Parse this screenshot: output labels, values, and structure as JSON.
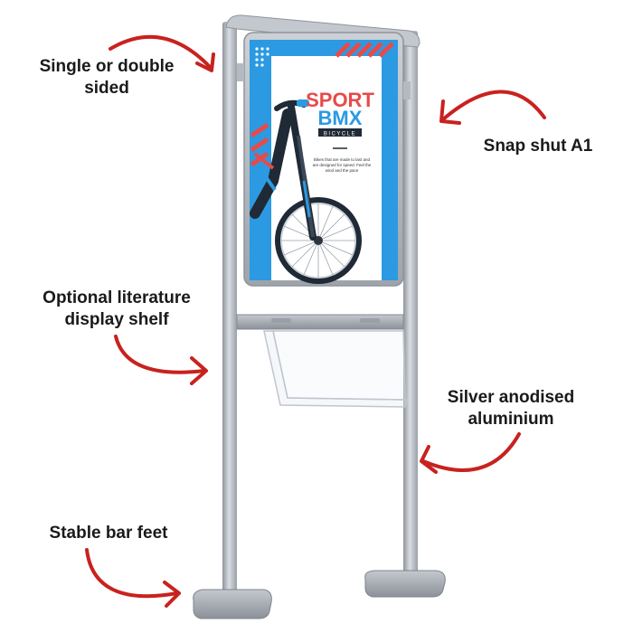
{
  "labels": {
    "sided": [
      "Single or double",
      "sided"
    ],
    "snap": "Snap shut A1",
    "shelf": [
      "Optional literature",
      "display shelf"
    ],
    "aluminium": [
      "Silver anodised",
      "aluminium"
    ],
    "feet": "Stable bar feet"
  },
  "poster": {
    "title1": "SPORT",
    "title2": "BMX",
    "tagline": "BICYCLE",
    "body_lines": [
      "Bikes that are made to last and",
      "are designed for speed. Feel the",
      "wind and the pace"
    ]
  },
  "colors": {
    "arrow": "#c8221f",
    "frame": "#b3b8c0",
    "poster_blue": "#2b9ae2",
    "poster_red": "#e84a4a"
  }
}
